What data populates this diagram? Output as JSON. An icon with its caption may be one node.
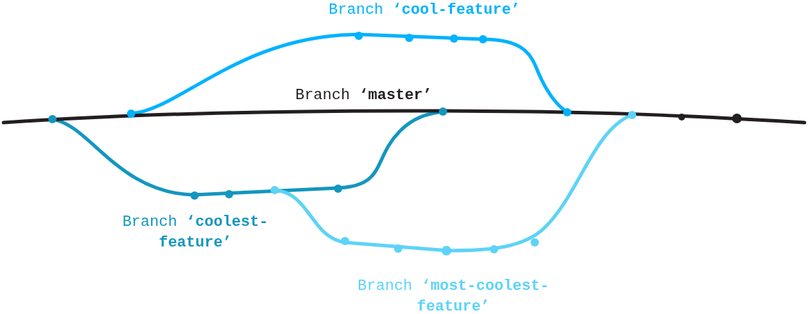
{
  "diagram": {
    "labels": [
      "Branch **‘cool-feature’**",
      "Branch **‘master’**",
      "Branch **‘coolest-feature’**",
      "Branch **‘most-coolest-feature’**"
    ]
  }
}
